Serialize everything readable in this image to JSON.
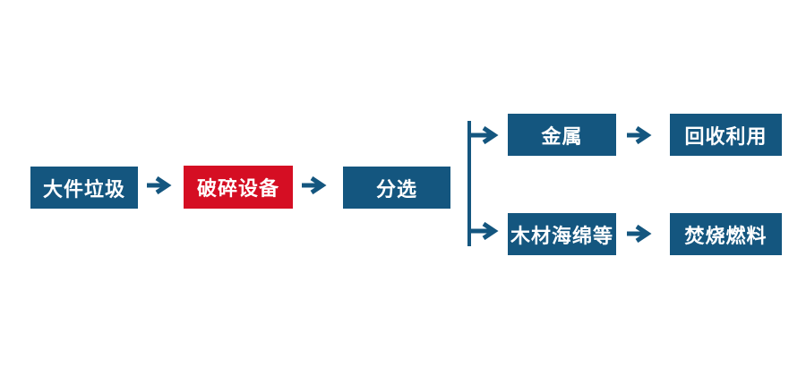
{
  "diagram": {
    "type": "flowchart",
    "direction": "left-to-right",
    "background": "#ffffff",
    "arrow_color": "#14567F",
    "nodes": [
      {
        "id": "bulky-waste",
        "label": "大件垃圾",
        "color": "#14567F",
        "shape": "rect"
      },
      {
        "id": "crushing-equipment",
        "label": "破碎设备",
        "color": "#D50E23",
        "shape": "rect"
      },
      {
        "id": "sorting",
        "label": "分选",
        "color": "#14567F",
        "shape": "rect"
      },
      {
        "id": "metal",
        "label": "金属",
        "color": "#14567F",
        "shape": "rect"
      },
      {
        "id": "recycling",
        "label": "回收利用",
        "color": "#14567F",
        "shape": "rect"
      },
      {
        "id": "wood-sponge-etc",
        "label": "木材海绵等",
        "color": "#14567F",
        "shape": "rect"
      },
      {
        "id": "incineration-fuel",
        "label": "焚烧燃料",
        "color": "#14567F",
        "shape": "rect"
      }
    ],
    "edges": [
      {
        "from": "bulky-waste",
        "to": "crushing-equipment"
      },
      {
        "from": "crushing-equipment",
        "to": "sorting"
      },
      {
        "from": "sorting",
        "to": "metal"
      },
      {
        "from": "sorting",
        "to": "wood-sponge-etc"
      },
      {
        "from": "metal",
        "to": "recycling"
      },
      {
        "from": "wood-sponge-etc",
        "to": "incineration-fuel"
      }
    ]
  },
  "colors": {
    "blue": "#14567F",
    "red": "#D50E23",
    "text": "#FFFFFF"
  }
}
